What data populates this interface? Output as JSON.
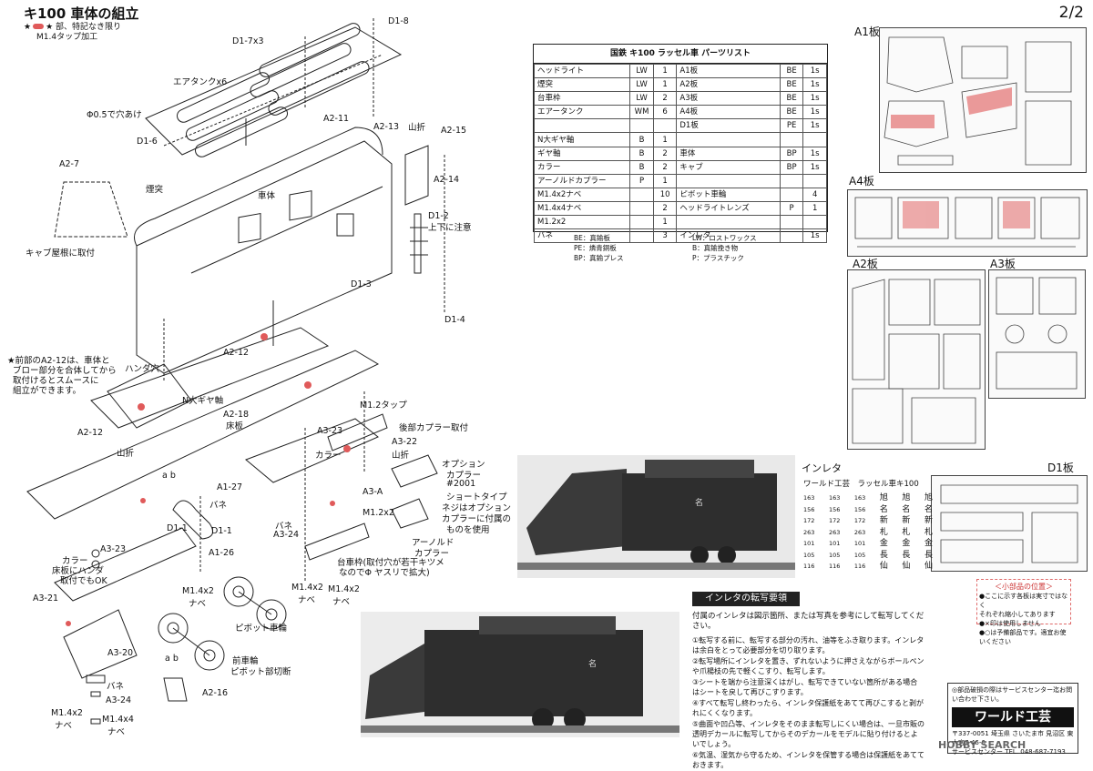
{
  "header": {
    "title": "キ100 車体の組立",
    "note_line1": "★ 部、特記なき限り",
    "note_line2": "M1.4タップ加工",
    "page": "2/2"
  },
  "assembly_labels": [
    {
      "id": "d1-8",
      "text": "D1-8"
    },
    {
      "id": "d1-7x3",
      "text": "D1-7x3"
    },
    {
      "id": "airtank",
      "text": "エアタンクx6"
    },
    {
      "id": "hole",
      "text": "Φ0.5で穴あけ"
    },
    {
      "id": "d1-6",
      "text": "D1-6"
    },
    {
      "id": "a2-11",
      "text": "A2-11"
    },
    {
      "id": "yamaori1",
      "text": "山折"
    },
    {
      "id": "a2-15",
      "text": "A2-15"
    },
    {
      "id": "a2-13",
      "text": "A2-13"
    },
    {
      "id": "a2-7",
      "text": "A2-7"
    },
    {
      "id": "entotsu",
      "text": "煙突"
    },
    {
      "id": "shatai",
      "text": "車体"
    },
    {
      "id": "a2-14",
      "text": "A2-14"
    },
    {
      "id": "d1-2",
      "text": "D1-2"
    },
    {
      "id": "updown",
      "text": "上下に注意"
    },
    {
      "id": "cab",
      "text": "キャブ屋根に取付"
    },
    {
      "id": "d1-3",
      "text": "D1-3"
    },
    {
      "id": "d1-4",
      "text": "D1-4"
    },
    {
      "id": "a2-12a",
      "text": "A2-12"
    },
    {
      "id": "note1",
      "text": "★前部のA2-12は、車体と"
    },
    {
      "id": "note2",
      "text": "ブロー部分を合体してから"
    },
    {
      "id": "note3",
      "text": "取付けるとスムースに"
    },
    {
      "id": "note4",
      "text": "組立ができます。"
    },
    {
      "id": "handa",
      "text": "ハンダ穴"
    },
    {
      "id": "nwheel",
      "text": "N大ギヤ軸"
    },
    {
      "id": "m12tap",
      "text": "M1.2タップ"
    },
    {
      "id": "a2-18",
      "text": "A2-18"
    },
    {
      "id": "shouban",
      "text": "床板"
    },
    {
      "id": "a3-23a",
      "text": "A3-23"
    },
    {
      "id": "rear",
      "text": "後部カプラー取付"
    },
    {
      "id": "a2-12b",
      "text": "A2-12"
    },
    {
      "id": "yamaori2",
      "text": "山折"
    },
    {
      "id": "color1",
      "text": "カラー"
    },
    {
      "id": "a3-22",
      "text": "A3-22"
    },
    {
      "id": "yamaori3",
      "text": "山折"
    },
    {
      "id": "ab1",
      "text": "a b"
    },
    {
      "id": "a1-27",
      "text": "A1-27"
    },
    {
      "id": "bane1",
      "text": "バネ"
    },
    {
      "id": "option1",
      "text": "オプション"
    },
    {
      "id": "option2",
      "text": "カプラー"
    },
    {
      "id": "option3",
      "text": "#2001"
    },
    {
      "id": "option4",
      "text": "ショートタイプ"
    },
    {
      "id": "option5",
      "text": "ネジはオプション"
    },
    {
      "id": "option6",
      "text": "カプラーに付属の"
    },
    {
      "id": "option7",
      "text": "ものを使用"
    },
    {
      "id": "a3-a",
      "text": "A3-A"
    },
    {
      "id": "m12nabe",
      "text": "M1.2x2"
    },
    {
      "id": "bane2",
      "text": "バネ"
    },
    {
      "id": "a3-24a",
      "text": "A3-24"
    },
    {
      "id": "d1-1a",
      "text": "D1-1"
    },
    {
      "id": "d1-1b",
      "text": "D1-1"
    },
    {
      "id": "a1-26",
      "text": "A1-26"
    },
    {
      "id": "arnold1",
      "text": "アーノルド"
    },
    {
      "id": "arnold2",
      "text": "カプラー"
    },
    {
      "id": "daisha1",
      "text": "台車枠(取付穴が若干キツメ"
    },
    {
      "id": "daisha2",
      "text": "なのでΦ ヤスリで拡大)"
    },
    {
      "id": "a3-23b",
      "text": "A3-23"
    },
    {
      "id": "color2",
      "text": "カラー"
    },
    {
      "id": "color3",
      "text": "床板にハンダ"
    },
    {
      "id": "color4",
      "text": "取付でもOK"
    },
    {
      "id": "a3-21",
      "text": "A3-21"
    },
    {
      "id": "m14x2a",
      "text": "M1.4x2"
    },
    {
      "id": "nabe1",
      "text": "ナベ"
    },
    {
      "id": "m14x2b",
      "text": "M1.4x2"
    },
    {
      "id": "nabe2",
      "text": "ナベ"
    },
    {
      "id": "m14x2c",
      "text": "M1.4x2"
    },
    {
      "id": "nabe3",
      "text": "ナベ"
    },
    {
      "id": "pivot",
      "text": "ピボット車輪"
    },
    {
      "id": "a3-20",
      "text": "A3-20"
    },
    {
      "id": "bane3",
      "text": "バネ"
    },
    {
      "id": "a3-24b",
      "text": "A3-24"
    },
    {
      "id": "m14x2d",
      "text": "M1.4x2"
    },
    {
      "id": "nabe4",
      "text": "ナベ"
    },
    {
      "id": "m14x4",
      "text": "M1.4x4"
    },
    {
      "id": "nabe5",
      "text": "ナベ"
    },
    {
      "id": "front1",
      "text": "前車輪"
    },
    {
      "id": "front2",
      "text": "ピボット部切断"
    },
    {
      "id": "ab2",
      "text": "a b"
    },
    {
      "id": "a2-16",
      "text": "A2-16"
    }
  ],
  "parts_list": {
    "title": "国鉄 キ100 ラッセル車 パーツリスト",
    "rows": [
      [
        "ヘッドライト",
        "LW",
        "1",
        "A1板",
        "BE",
        "1s"
      ],
      [
        "煙突",
        "LW",
        "1",
        "A2板",
        "BE",
        "1s"
      ],
      [
        "台車枠",
        "LW",
        "2",
        "A3板",
        "BE",
        "1s"
      ],
      [
        "エアータンク",
        "WM",
        "6",
        "A4板",
        "BE",
        "1s"
      ],
      [
        "",
        "",
        "",
        "D1板",
        "PE",
        "1s"
      ],
      [
        "N大ギヤ軸",
        "B",
        "1",
        "",
        "",
        ""
      ],
      [
        "ギヤ軸",
        "B",
        "2",
        "車体",
        "BP",
        "1s"
      ],
      [
        "カラー",
        "B",
        "2",
        "キャブ",
        "BP",
        "1s"
      ],
      [
        "アーノルドカプラー",
        "P",
        "1",
        "",
        "",
        ""
      ],
      [
        "M1.4x2ナベ",
        "",
        "10",
        "ピボット車輪",
        "",
        "4"
      ],
      [
        "M1.4x4ナベ",
        "",
        "2",
        "ヘッドライトレンズ",
        "P",
        "1"
      ],
      [
        "M1.2x2",
        "",
        "1",
        "",
        "",
        ""
      ],
      [
        "バネ",
        "",
        "3",
        "インレタ",
        "",
        "1s"
      ]
    ],
    "legend": [
      [
        "BE：真鍮板",
        "LW：ロストワックス"
      ],
      [
        "PE：燐青銅板",
        "B：真鍮挽き物"
      ],
      [
        "BP：真鍮プレス",
        "P：プラスチック"
      ]
    ]
  },
  "sheets": {
    "a1": "A1板",
    "a4": "A4板",
    "a2": "A2板",
    "a3": "A3板",
    "d1": "D1板"
  },
  "inletter": {
    "heading": "インレタ",
    "brand": "ワールド工芸　ラッセル車キ100",
    "rows": [
      [
        "163",
        "163",
        "163",
        "旭",
        "旭",
        "旭"
      ],
      [
        "156",
        "156",
        "156",
        "名",
        "名",
        "名"
      ],
      [
        "172",
        "172",
        "172",
        "新",
        "新",
        "新"
      ],
      [
        "263",
        "263",
        "263",
        "札",
        "札",
        "札"
      ],
      [
        "101",
        "101",
        "101",
        "金",
        "金",
        "金"
      ],
      [
        "105",
        "105",
        "105",
        "長",
        "長",
        "長"
      ],
      [
        "116",
        "116",
        "116",
        "仙",
        "仙",
        "仙"
      ]
    ]
  },
  "small_parts": {
    "title": "＜小部品の位置＞",
    "lines": [
      "●ここに示す各板は実寸ではなく",
      "それぞれ縮小してあります",
      "●×印は使用しません",
      "●○は予備部品です。適宜お使いください"
    ]
  },
  "transfer": {
    "heading": "インレタの転写要領",
    "lead": "付属のインレタは図示箇所、または写真を参考にして転写してください。",
    "steps": [
      "①転写する前に、転写する部分の汚れ、油等をふき取ります。インレタは余白をとって必要部分を切り取ります。",
      "②転写場所にインレタを置き、ずれないように押さえながらボールペンや爪楊枝の先で軽くこすり、転写します。",
      "③シートを端から注意深くはがし、転写できていない箇所がある場合はシートを戻して再びこすります。",
      "④すべて転写し終わったら、インレタ保護紙をあてて再びこすると剥がれにくくなります。",
      "⑤曲面や凹凸等、インレタをそのまま転写しにくい場合は、一旦市販の透明デカールに転写してからそのデカールをモデルに貼り付けるとよいでしょう。",
      "⑥気温、湿気から守るため、インレタを保管する場合は保護紙をあてておきます。"
    ]
  },
  "company": {
    "note": "◎部品破損の際はサービスセンター迄お問い合わせ下さい。",
    "name": "ワールド工芸",
    "address": "〒337-0051 埼玉県 さいたま市 見沼区 東大宮7-46-6",
    "tel": "サービスセンター TEL. 048-687-7193"
  },
  "watermark": "HOBBY SEARCH",
  "photo_labels": {
    "car_number1": "名",
    "car_number2": "名"
  },
  "colors": {
    "red": "#e05a5a",
    "ink": "#111111",
    "sheet_gray": "#d9d9d9"
  }
}
